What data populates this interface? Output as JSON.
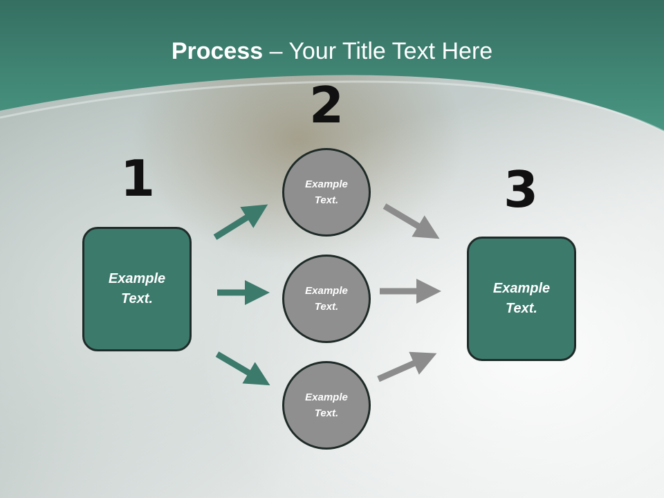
{
  "title": {
    "bold": "Process",
    "rest": " – Your Title Text Here"
  },
  "steps": [
    {
      "number": "1",
      "label": "Example Text."
    },
    {
      "number": "2",
      "label": "Example Text."
    },
    {
      "number": "3",
      "label": "Example Text."
    }
  ],
  "middle_nodes": [
    {
      "label": "Example Text."
    },
    {
      "label": "Example Text."
    },
    {
      "label": "Example Text."
    }
  ],
  "colors": {
    "header": "#3f8a78",
    "box_fill": "#3c7a6c",
    "circle_fill": "#8f8f8f",
    "green_arrow": "#3c7a6c",
    "gray_arrow": "#8c8c8c"
  }
}
